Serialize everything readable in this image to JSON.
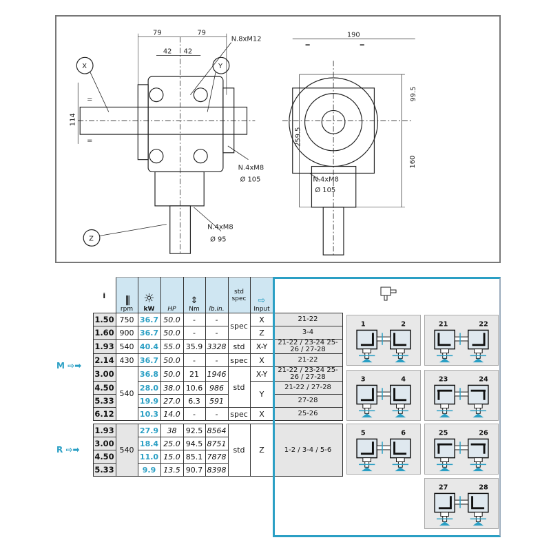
{
  "drawing": {
    "dims": {
      "w79a": "79",
      "w79b": "79",
      "w42a": "42",
      "w42b": "42",
      "h114": "114",
      "w190": "190",
      "h259": "259.5",
      "h99": "99.5",
      "h160": "160",
      "eq1": "=",
      "eq2": "=",
      "eq3": "=",
      "eq4": "="
    },
    "labels": {
      "x": "X",
      "y": "Y",
      "z": "Z",
      "n8": "N.8xM12",
      "n4a": "N.4xM8",
      "d105a": "Ø 105",
      "n4b": "N.4xM8",
      "d95": "Ø 95",
      "n4c": "N.4xM8",
      "d105b": "Ø 105"
    }
  },
  "table": {
    "headers": {
      "i": "i",
      "rpm": "rpm",
      "kw": "kW",
      "hp": "HP",
      "nm": "Nm",
      "lbin": "lb.in.",
      "stdspec": "std spec",
      "input": "Input"
    },
    "groups": {
      "m": "M",
      "r": "R"
    },
    "m_rows": [
      {
        "i": "1.50",
        "rpm": "750",
        "kw": "36.7",
        "hp": "50.0",
        "nm": "-",
        "lbin": "-",
        "type": "spec",
        "input": "X",
        "cfg": "21-22"
      },
      {
        "i": "1.60",
        "rpm": "900",
        "kw": "36.7",
        "hp": "50.0",
        "nm": "-",
        "lbin": "-",
        "input": "Z",
        "cfg": "3-4"
      },
      {
        "i": "1.93",
        "rpm": "540",
        "kw": "40.4",
        "hp": "55.0",
        "nm": "35.9",
        "lbin": "3328",
        "type": "std",
        "input": "X-Y",
        "cfg": "21-22 / 23-24 25-26 / 27-28"
      },
      {
        "i": "2.14",
        "rpm": "430",
        "kw": "36.7",
        "hp": "50.0",
        "nm": "-",
        "lbin": "-",
        "type": "spec",
        "input": "X",
        "cfg": "21-22"
      },
      {
        "i": "3.00",
        "rpm": "540",
        "kw": "36.8",
        "hp": "50.0",
        "nm": "21",
        "lbin": "1946",
        "type": "std",
        "input": "X-Y",
        "cfg": "21-22 / 23-24 25-26 / 27-28"
      },
      {
        "i": "4.50",
        "kw": "28.0",
        "hp": "38.0",
        "nm": "10.6",
        "lbin": "986",
        "input": "Y",
        "cfg": "21-22 / 27-28"
      },
      {
        "i": "5.33",
        "kw": "19.9",
        "hp": "27.0",
        "nm": "6.3",
        "lbin": "591",
        "cfg": "27-28"
      },
      {
        "i": "6.12",
        "kw": "10.3",
        "hp": "14.0",
        "nm": "-",
        "lbin": "-",
        "type": "spec",
        "input": "X",
        "cfg": "25-26"
      }
    ],
    "r_rows": [
      {
        "i": "1.93",
        "rpm": "540",
        "kw": "27.9",
        "hp": "38",
        "nm": "92.5",
        "lbin": "8564",
        "type": "std",
        "input": "Z",
        "cfg": "1-2 / 3-4 / 5-6"
      },
      {
        "i": "3.00",
        "kw": "18.4",
        "hp": "25.0",
        "nm": "94.5",
        "lbin": "8751"
      },
      {
        "i": "4.50",
        "kw": "11.0",
        "hp": "15.0",
        "nm": "85.1",
        "lbin": "7878"
      },
      {
        "i": "5.33",
        "kw": "9.9",
        "hp": "13.5",
        "nm": "90.7",
        "lbin": "8398"
      }
    ]
  },
  "configs": [
    {
      "a": "1",
      "b": "2"
    },
    {
      "a": "21",
      "b": "22"
    },
    {
      "a": "3",
      "b": "4"
    },
    {
      "a": "23",
      "b": "24"
    },
    {
      "a": "5",
      "b": "6"
    },
    {
      "a": "25",
      "b": "26"
    },
    {
      "a": "27",
      "b": "28"
    }
  ],
  "colors": {
    "accent": "#2a9fc4",
    "header_bg": "#cfe6f2",
    "cell_bg": "#e6e6e6"
  }
}
